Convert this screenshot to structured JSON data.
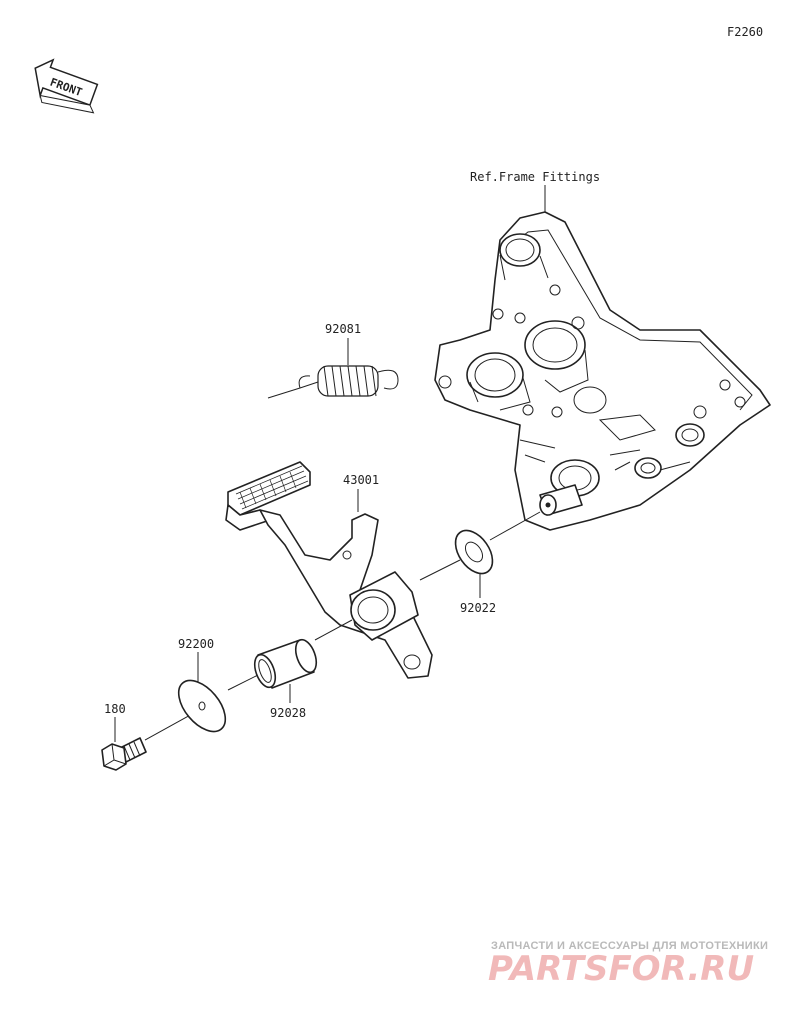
{
  "diagram_code": "F2260",
  "front_label": "FRONT",
  "reference_label": "Ref.Frame Fittings",
  "parts": {
    "spring": "92081",
    "pedal": "43001",
    "washer": "92022",
    "plate_washer": "92200",
    "collar": "92028",
    "bolt": "180"
  },
  "watermark": {
    "tagline": "ЗАПЧАСТИ И АКСЕССУАРЫ ДЛЯ МОТОТЕХНИКИ",
    "logo": "PARTSFOR.RU"
  }
}
